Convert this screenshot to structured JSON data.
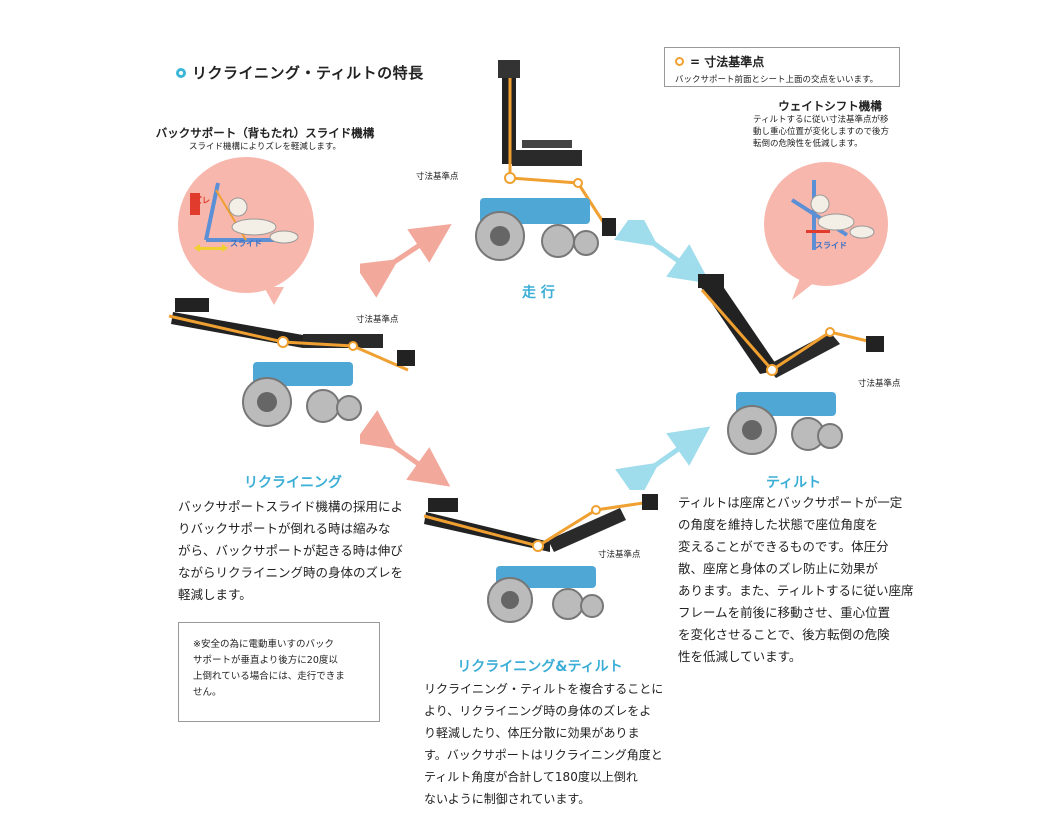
{
  "page_title": "リクライニング・ティルトの特長",
  "legend": {
    "symbol_label": "= 寸法基準点",
    "description": "バックサポート前面とシート上面の交点をいいます。"
  },
  "back_support": {
    "title": "バックサポート（背もたれ）スライド機構",
    "subtitle": "スライド機構によりズレを軽減します。",
    "label_zure": "ズレ",
    "label_slide": "スライド"
  },
  "weight_shift": {
    "title": "ウェイトシフト機構",
    "description_lines": [
      "ティルトするに従い寸法基準点が移",
      "動し重心位置が変化しますので後方",
      "転倒の危険性を低減します。"
    ],
    "label_slide": "スライド"
  },
  "modes": {
    "drive": "走 行",
    "reference_point": "寸法基準点"
  },
  "reclining": {
    "heading": "リクライニング",
    "lines": [
      "バックサポートスライド機構の採用によ",
      "りバックサポートが倒れる時は縮みな",
      "がら、バックサポートが起きる時は伸び",
      "ながらリクライニング時の身体のズレを",
      "軽減します。"
    ]
  },
  "tilt": {
    "heading": "ティルト",
    "lines": [
      "ティルトは座席とバックサポートが一定",
      "の角度を維持した状態で座位角度を",
      "変えることができるものです。体圧分",
      "散、座席と身体のズレ防止に効果が",
      "あります。また、ティルトするに従い座席",
      "フレームを前後に移動させ、重心位置",
      "を変化させることで、後方転倒の危険",
      "性を低減しています。"
    ]
  },
  "reclining_tilt": {
    "heading": "リクライニング&ティルト",
    "lines": [
      "リクライニング・ティルトを複合することに",
      "より、リクライニング時の身体のズレをよ",
      "り軽減したり、体圧分散に効果がありま",
      "す。バックサポートはリクライニング角度と",
      "ティルト角度が合計して180度以上倒れ",
      "ないように制御されています。"
    ]
  },
  "notice": {
    "lines": [
      "※安全の為に電動車いすのバック",
      "サポートが垂直より後方に20度以",
      "上倒れている場合には、走行できま",
      "せん。"
    ]
  },
  "colors": {
    "accent_blue": "#3aaed6",
    "bubble_pink": "#f7b7ac",
    "arrow_pink": "#f2a99b",
    "arrow_cyan": "#9fdcec",
    "frame_blue": "#4fa7d6",
    "frame_orange": "#f0a030"
  }
}
